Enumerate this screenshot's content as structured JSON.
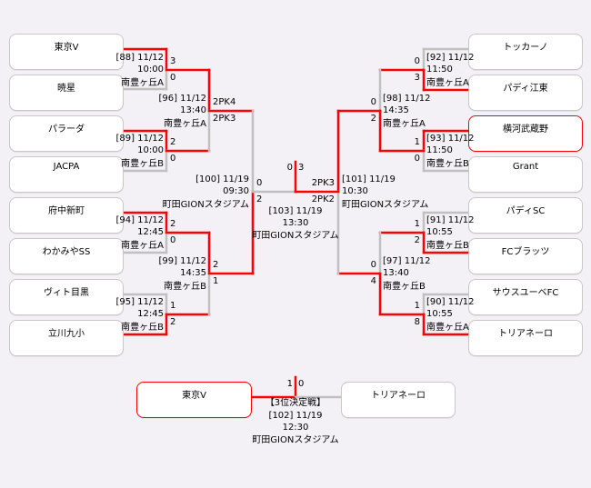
{
  "colors": {
    "win": "#ff0000",
    "lose": "#c0c0c0"
  },
  "teams_left": [
    "東京V",
    "暁星",
    "パラーダ",
    "JACPA",
    "府中新町",
    "わかみやSS",
    "ヴィト目黒",
    "立川九小"
  ],
  "teams_right": [
    "トッカーノ",
    "パディ江東",
    "横河武蔵野",
    "Grant",
    "パディSC",
    "FCブラッツ",
    "サウスユーベFC",
    "トリアネーロ"
  ],
  "champion": "横河武蔵野",
  "matches": {
    "88": {
      "header": "[88] 11/12",
      "time": "10:00",
      "venue": "南豊ヶ丘A",
      "score_top": "3",
      "score_bottom": "0"
    },
    "89": {
      "header": "[89] 11/12",
      "time": "10:00",
      "venue": "南豊ヶ丘B",
      "score_top": "2",
      "score_bottom": "0"
    },
    "94": {
      "header": "[94] 11/12",
      "time": "12:45",
      "venue": "南豊ヶ丘A",
      "score_top": "2",
      "score_bottom": "0"
    },
    "95": {
      "header": "[95] 11/12",
      "time": "12:45",
      "venue": "南豊ヶ丘B",
      "score_top": "1",
      "score_bottom": "2"
    },
    "96": {
      "header": "[96] 11/12",
      "time": "13:40",
      "venue": "南豊ヶ丘A",
      "score_top": "2PK4",
      "score_bottom": "2PK3"
    },
    "99": {
      "header": "[99] 11/12",
      "time": "14:35",
      "venue": "南豊ヶ丘B",
      "score_top": "2",
      "score_bottom": "1"
    },
    "100": {
      "header": "[100] 11/19",
      "time": "09:30",
      "venue": "町田GIONスタジアム",
      "score_top": "0",
      "score_bottom": "2"
    },
    "92": {
      "header": "[92] 11/12",
      "time": "11:50",
      "venue": "南豊ヶ丘A",
      "score_top": "0",
      "score_bottom": "3"
    },
    "93": {
      "header": "[93] 11/12",
      "time": "11:50",
      "venue": "南豊ヶ丘B",
      "score_top": "1",
      "score_bottom": "0"
    },
    "91": {
      "header": "[91] 11/12",
      "time": "10:55",
      "venue": "南豊ヶ丘B",
      "score_top": "1",
      "score_bottom": "2"
    },
    "90": {
      "header": "[90] 11/12",
      "time": "10:55",
      "venue": "南豊ヶ丘A",
      "score_top": "1",
      "score_bottom": "8"
    },
    "98": {
      "header": "[98] 11/12",
      "time": "14:35",
      "venue": "南豊ヶ丘A",
      "score_top": "0",
      "score_bottom": "2"
    },
    "97": {
      "header": "[97] 11/12",
      "time": "13:40",
      "venue": "南豊ヶ丘B",
      "score_top": "0",
      "score_bottom": "4"
    },
    "101": {
      "header": "[101] 11/19",
      "time": "10:30",
      "venue": "町田GIONスタジアム",
      "score_top": "2PK3",
      "score_bottom": "2PK2"
    }
  },
  "final": {
    "header": "[103] 11/19",
    "time": "13:30",
    "venue": "町田GIONスタジアム",
    "score_left": "0",
    "score_right": "3"
  },
  "third_place": {
    "title": "【3位決定戦】",
    "header": "[102] 11/19",
    "time": "12:30",
    "venue": "町田GIONスタジアム",
    "team_left": "東京V",
    "team_right": "トリアネーロ",
    "score_left": "1",
    "score_right": "0"
  }
}
